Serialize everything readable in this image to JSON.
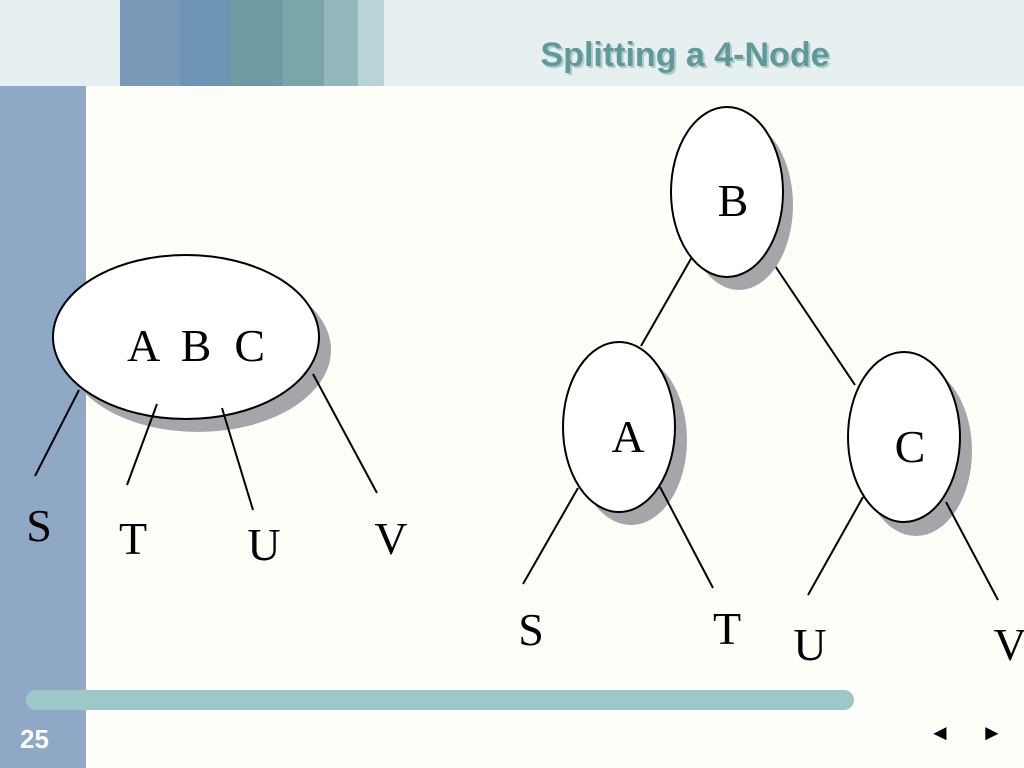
{
  "slide": {
    "title": "Splitting a 4-Node",
    "number": "25",
    "nav_prev": "◄",
    "nav_next": "►"
  },
  "colors": {
    "sidebar": "#8fa8c6",
    "title": "#5d9b9b",
    "bottom_bar": "#9ec8c8",
    "background": "#fefef8"
  },
  "before": {
    "node_label": "A  B  C",
    "children": [
      "S",
      "T",
      "U",
      "V"
    ]
  },
  "after": {
    "root": "B",
    "left": "A",
    "right": "C",
    "left_children": [
      "S",
      "T"
    ],
    "right_children": [
      "U",
      "V"
    ]
  }
}
